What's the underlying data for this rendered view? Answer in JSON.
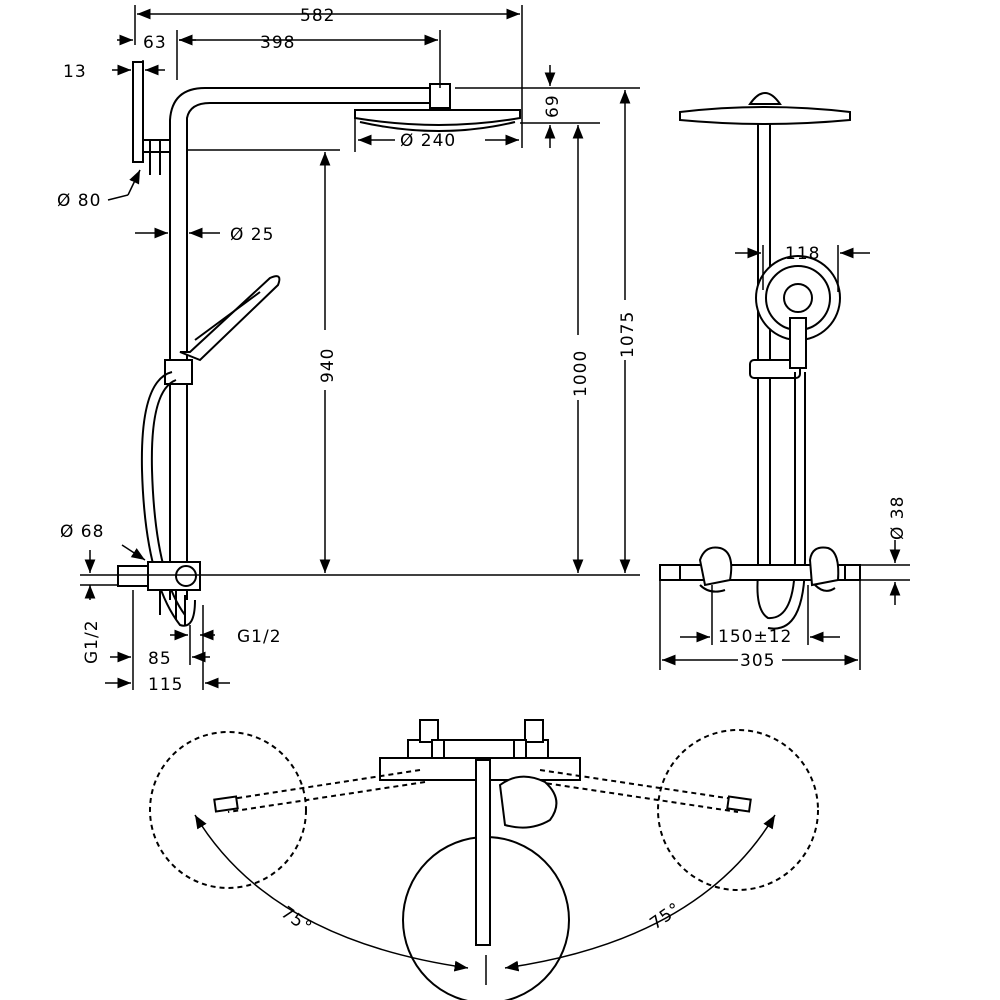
{
  "dimensions": {
    "overall_width": "582",
    "arm_offset": "63",
    "arm_length": "398",
    "wall_plate_thickness": "13",
    "head_height": "69",
    "head_diameter": "Ø 240",
    "wall_plate_diameter": "Ø 80",
    "pipe_diameter": "Ø 25",
    "height_940": "940",
    "height_1000": "1000",
    "height_1075": "1075",
    "escutcheon_diameter": "Ø 68",
    "inlet_thread_left": "G1/2",
    "outlet_thread": "G1/2",
    "depth_85": "85",
    "depth_115": "115",
    "handshower_diameter": "118",
    "mixer_diameter": "Ø 38",
    "center_distance": "150±12",
    "mixer_width": "305",
    "angle_left": "75°",
    "angle_right": "75°"
  }
}
